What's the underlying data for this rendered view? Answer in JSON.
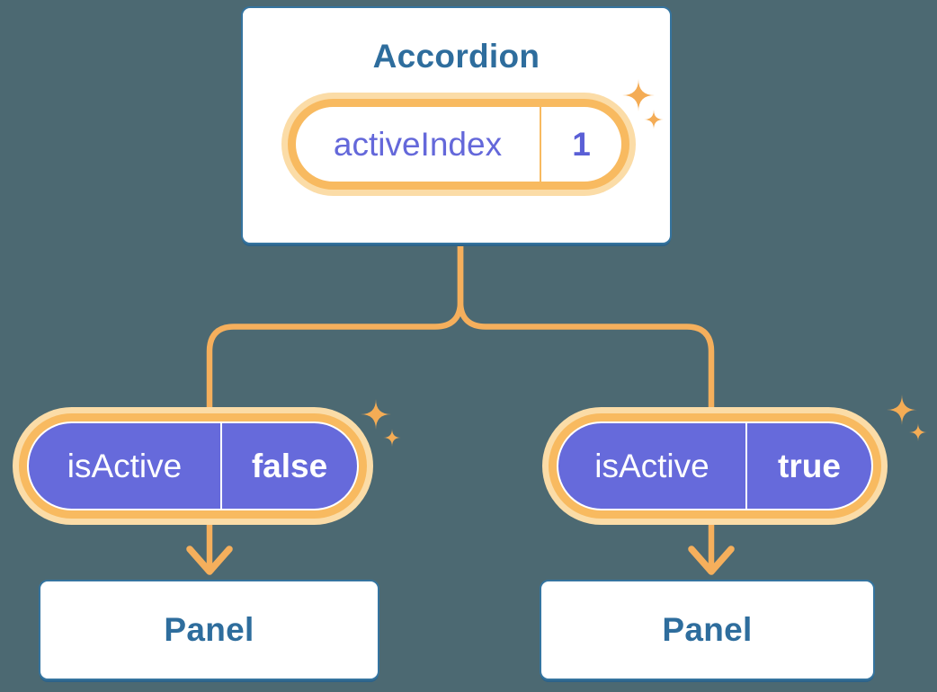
{
  "colors": {
    "background": "#4C6972",
    "connector_orange": "#F5AF5C",
    "pill_ring_orange": "#F8BA60",
    "pill_halo_orange": "#FBDCA7",
    "sparkle_orange": "#F4AC55",
    "prop_pill_purple": "#666ADB",
    "state_text_purple": "#6064D8",
    "component_text_blue": "#2E6D9D",
    "box_border_blue": "#35749F"
  },
  "root_component": {
    "title": "Accordion",
    "state_pill": {
      "name": "activeIndex",
      "value": "1"
    }
  },
  "children": [
    {
      "prop_pill": {
        "name": "isActive",
        "value": "false"
      },
      "component": {
        "title": "Panel"
      }
    },
    {
      "prop_pill": {
        "name": "isActive",
        "value": "true"
      },
      "component": {
        "title": "Panel"
      }
    }
  ]
}
